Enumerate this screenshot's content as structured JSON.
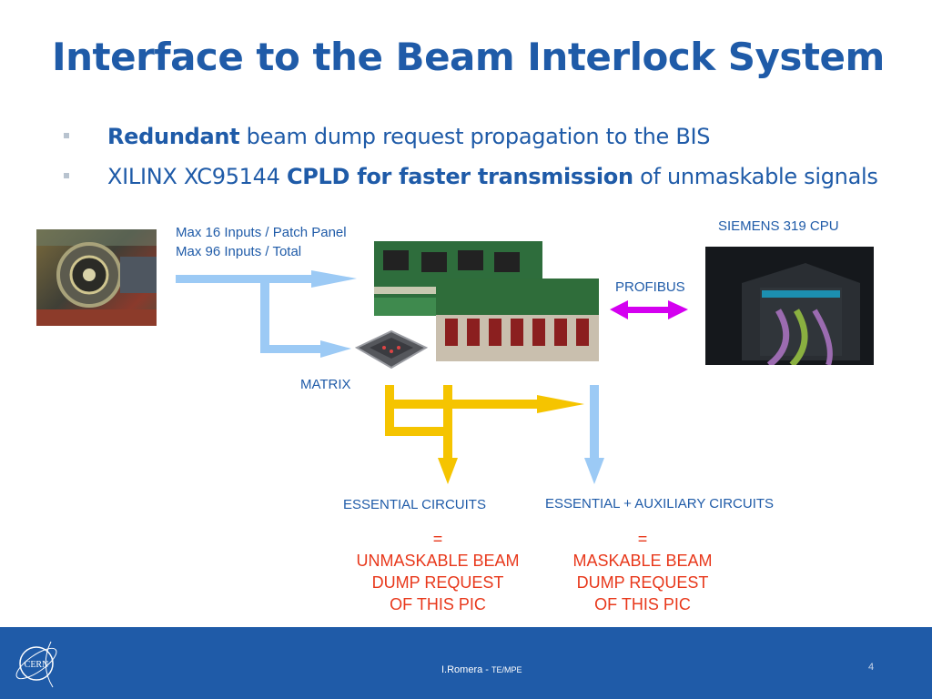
{
  "slide": {
    "title": "Interface to the Beam Interlock System",
    "bullets": [
      {
        "bold": "Redundant",
        "rest": " beam dump request propagation to the BIS"
      },
      {
        "pre": "XILINX XC95144 ",
        "bold": "CPLD for faster transmission",
        "rest": " of unmaskable signals"
      }
    ]
  },
  "diagram": {
    "inputs_line1": "Max 16 Inputs / Patch Panel",
    "inputs_line2": "Max 96 Inputs / Total",
    "cpu_label": "SIEMENS 319 CPU",
    "profibus_label": "PROFIBUS",
    "matrix_label": "MATRIX",
    "essential_label": "ESSENTIAL CIRCUITS",
    "essential_aux_label": "ESSENTIAL + AUXILIARY CIRCUITS",
    "unmaskable": {
      "eq": "=",
      "line1": "UNMASKABLE BEAM",
      "line2": "DUMP REQUEST",
      "line3": "OF THIS PIC"
    },
    "maskable": {
      "eq": "=",
      "line1": "MASKABLE BEAM",
      "line2": "DUMP REQUEST",
      "line3": "OF THIS PIC"
    },
    "colors": {
      "light_blue": "#9ccaf5",
      "yellow": "#f5c400",
      "magenta": "#d400f0",
      "red_text": "#E8381B",
      "accent": "#1F5BA8"
    }
  },
  "footer": {
    "author": "I.Romera - ",
    "dept": "TE/MPE",
    "page": "4",
    "logo_text": "CERN"
  }
}
